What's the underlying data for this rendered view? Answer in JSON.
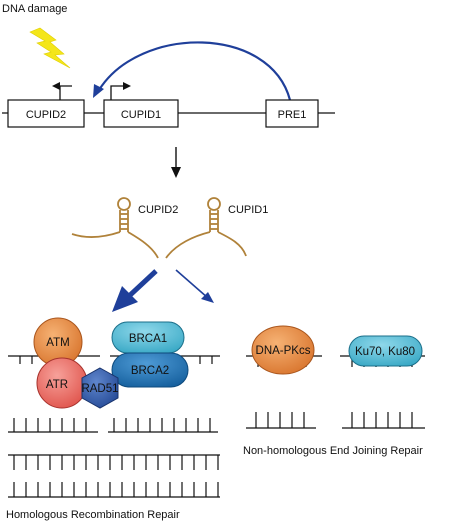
{
  "damage_label": "DNA damage",
  "genes": {
    "cupid2": "CUPID2",
    "cupid1": "CUPID1",
    "pre1": "PRE1"
  },
  "transcripts": {
    "cupid2": "CUPID2",
    "cupid1": "CUPID1"
  },
  "hr_proteins": {
    "atm": "ATM",
    "atr": "ATR",
    "rad51": "RAD51",
    "brca1": "BRCA1",
    "brca2": "BRCA2"
  },
  "nhej_proteins": {
    "dnapkcs": "DNA-PKcs",
    "ku": "Ku70, Ku80"
  },
  "pathways": {
    "hr": "Homologous Recombination Repair",
    "nhej": "Non-homologous End Joining Repair"
  },
  "colors": {
    "lightning": "#f4e61a",
    "arrow_blue": "#1f3f9a",
    "rna_gold": "#b0823a",
    "atm_orange": "#e08a42",
    "atr_red": "#e8685f",
    "rad51_blue": "#2f5aa6",
    "brca1_teal": "#4db6d0",
    "brca2_blue": "#1f78b4"
  }
}
